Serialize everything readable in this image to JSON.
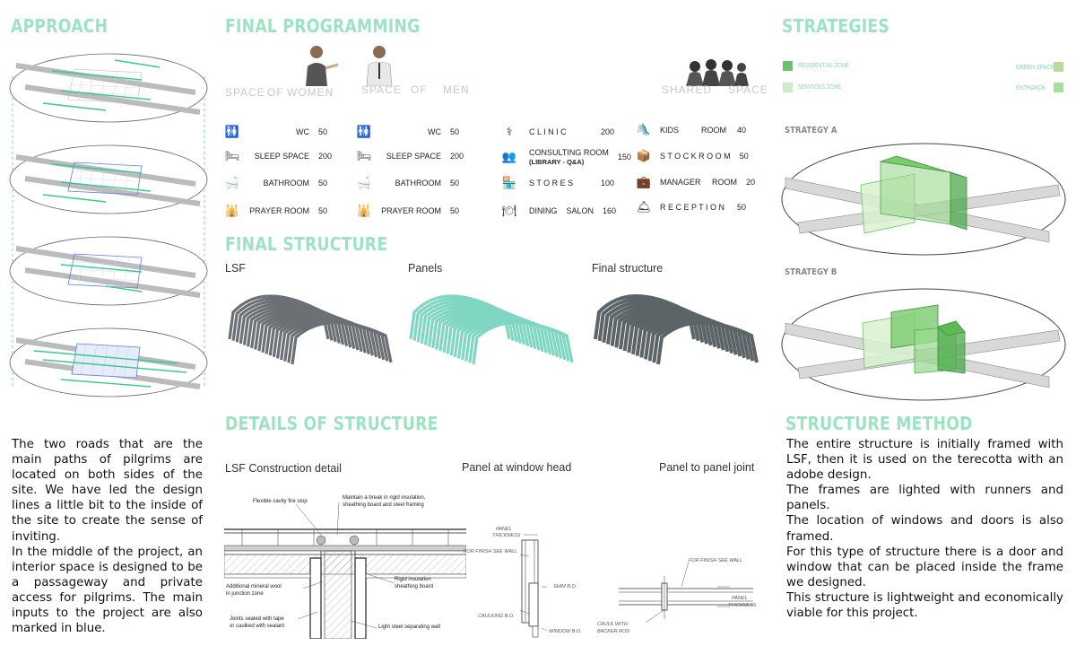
{
  "approach": {
    "heading": "APPROACH",
    "text": "The two roads that are the main paths of pilgrims are located on both sides of the site. We have led the design lines a little bit to the inside of the site to create the sense of inviting.\nIn the middle of  the project, an interior space is designed to be a passageway and private access for pilgrims. The main inputs to the project are also marked in blue."
  },
  "programming": {
    "heading": "FINAL PROGRAMMING",
    "space_women": [
      "SPACE",
      "OF",
      "WOMEN"
    ],
    "space_men": [
      "SPACE",
      "OF",
      "MEN"
    ],
    "space_shared": [
      "SHARED",
      "SPACE"
    ],
    "women": [
      {
        "icon": "wc-icon",
        "glyph": "🚻",
        "name": "WC",
        "value": "50"
      },
      {
        "icon": "bed-icon",
        "glyph": "🛏",
        "name": "SLEEP SPACE",
        "value": "200"
      },
      {
        "icon": "bath-icon",
        "glyph": "🛁",
        "name": "BATHROOM",
        "value": "50"
      },
      {
        "icon": "prayer-icon",
        "glyph": "🕌",
        "name": "PRAYER ROOM",
        "value": "50"
      }
    ],
    "men": [
      {
        "icon": "wc-icon",
        "glyph": "🚻",
        "name": "WC",
        "value": "50"
      },
      {
        "icon": "bed-icon",
        "glyph": "🛏",
        "name": "SLEEP SPACE",
        "value": "200"
      },
      {
        "icon": "bath-icon",
        "glyph": "🛁",
        "name": "BATHROOM",
        "value": "50"
      },
      {
        "icon": "prayer-icon",
        "glyph": "🕌",
        "name": "PRAYER ROOM",
        "value": "50"
      }
    ],
    "shared_a": [
      {
        "icon": "clinic-icon",
        "glyph": "⚕",
        "name": "C L I N I C",
        "value": "200"
      },
      {
        "icon": "consulting-icon",
        "glyph": "👥",
        "name": "CONSULTING ROOM",
        "sub": "(LIBRARY  -  Q&A)",
        "value": "150"
      },
      {
        "icon": "store-icon",
        "glyph": "🏪",
        "name": "S T O R E S",
        "value": "100"
      },
      {
        "icon": "dining-icon",
        "glyph": "🍽",
        "name": "DINING    SALON",
        "value": "160"
      }
    ],
    "shared_b": [
      {
        "icon": "kids-icon",
        "glyph": "🛝",
        "name": "KIDS          ROOM",
        "value": "40"
      },
      {
        "icon": "stockroom-icon",
        "glyph": "📦",
        "name": "S T O C K R O O M",
        "value": "50"
      },
      {
        "icon": "manager-icon",
        "glyph": "💼",
        "name": "MANAGER     ROOM",
        "value": "20"
      },
      {
        "icon": "reception-icon",
        "glyph": "🛎",
        "name": "R E C E P T I O N",
        "value": "50"
      }
    ]
  },
  "structure": {
    "heading": "FINAL STRUCTURE",
    "labels": [
      "LSF",
      "Panels",
      "Final structure"
    ]
  },
  "details": {
    "heading": "DETAILS OF STRUCTURE",
    "labels": [
      "LSF Construction detail",
      "Panel at window head",
      "Panel to panel joint"
    ],
    "lsf_notes": {
      "fire_stop": "Flexible cavity fire stop",
      "break": "Maintain a break in rigid insulation,",
      "break2": "sheathing board and steel framing",
      "mineral": "Additional mineral wool",
      "mineral2": "in junction zone",
      "rigid": "Rigid insulation",
      "rigid2": "sheathing board",
      "joints": "Joints sealed with tape",
      "joints2": "or caulked with sealant",
      "wall": "Light steel separating wall"
    },
    "window_notes": {
      "panel": "PANEL",
      "thickness": "THICKNESS",
      "finish": "FOR FINISH SEE WALL",
      "shim": "SHIM B.O.",
      "caulking": "CAULKING B.O.",
      "window": "WINDOW B.O."
    },
    "joint_notes": {
      "finish": "FOR FINISH SEE WALL",
      "panel": "PANEL",
      "thickness": "THICKNESS",
      "caulk": "CAULK WITH",
      "backer": "BACKER ROD"
    }
  },
  "strategies": {
    "heading": "STRATEGIES",
    "legend": [
      {
        "label": "RESIDENTIAL ZONE",
        "color": "#6cc26c"
      },
      {
        "label": "SERVICES ZONE",
        "color": "#c9ecc9"
      },
      {
        "label": "GREEN SPACE",
        "color": "#b6dca0"
      },
      {
        "label": "ENTRANCE",
        "color": "#9fe39f"
      }
    ],
    "strategy_a": "STRATEGY A",
    "strategy_b": "STRATEGY B"
  },
  "method": {
    "heading": "STRUCTURE METHOD",
    "text": "The entire structure is initially framed with LSF, then it is used on the terecotta with an adobe design.\nThe frames are lighted with runners and panels.\nThe location of windows and doors is also framed.\nFor this type of structure there is a door and window that can be placed inside the frame we designed.\nThis structure is lightweight and economically viable for this project."
  },
  "colors": {
    "accent": "#9be3c3",
    "residential": "#6cc26c",
    "services": "#c9ecc9"
  }
}
